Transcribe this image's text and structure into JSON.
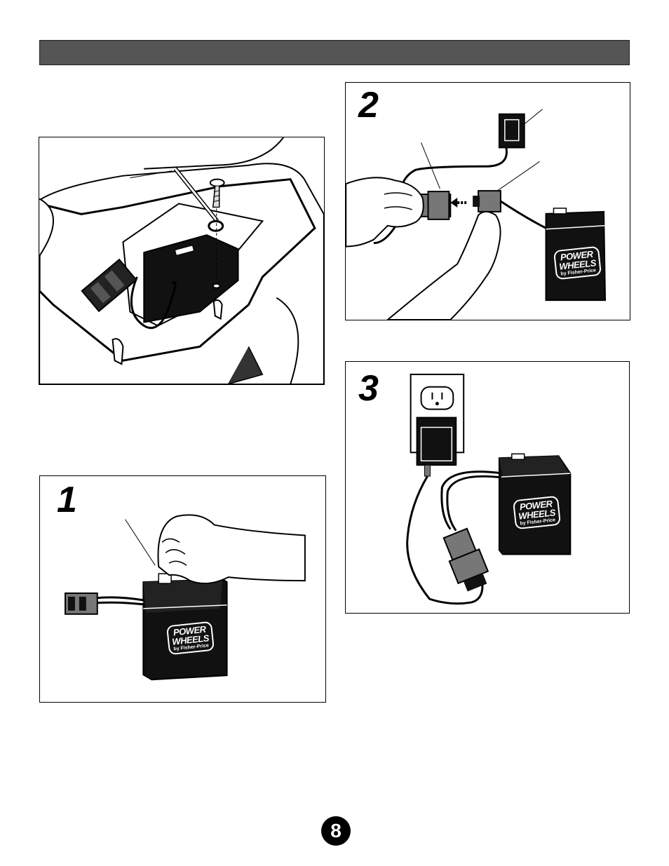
{
  "page": {
    "number": "8"
  },
  "steps": [
    {
      "number": "1"
    },
    {
      "number": "2"
    },
    {
      "number": "3"
    }
  ],
  "battery_brand": {
    "line1": "POWER",
    "line2": "WHEELS",
    "line3": "by Fisher-Price"
  },
  "colors": {
    "header_bar": "#555555",
    "ink": "#000000",
    "paper": "#ffffff"
  }
}
